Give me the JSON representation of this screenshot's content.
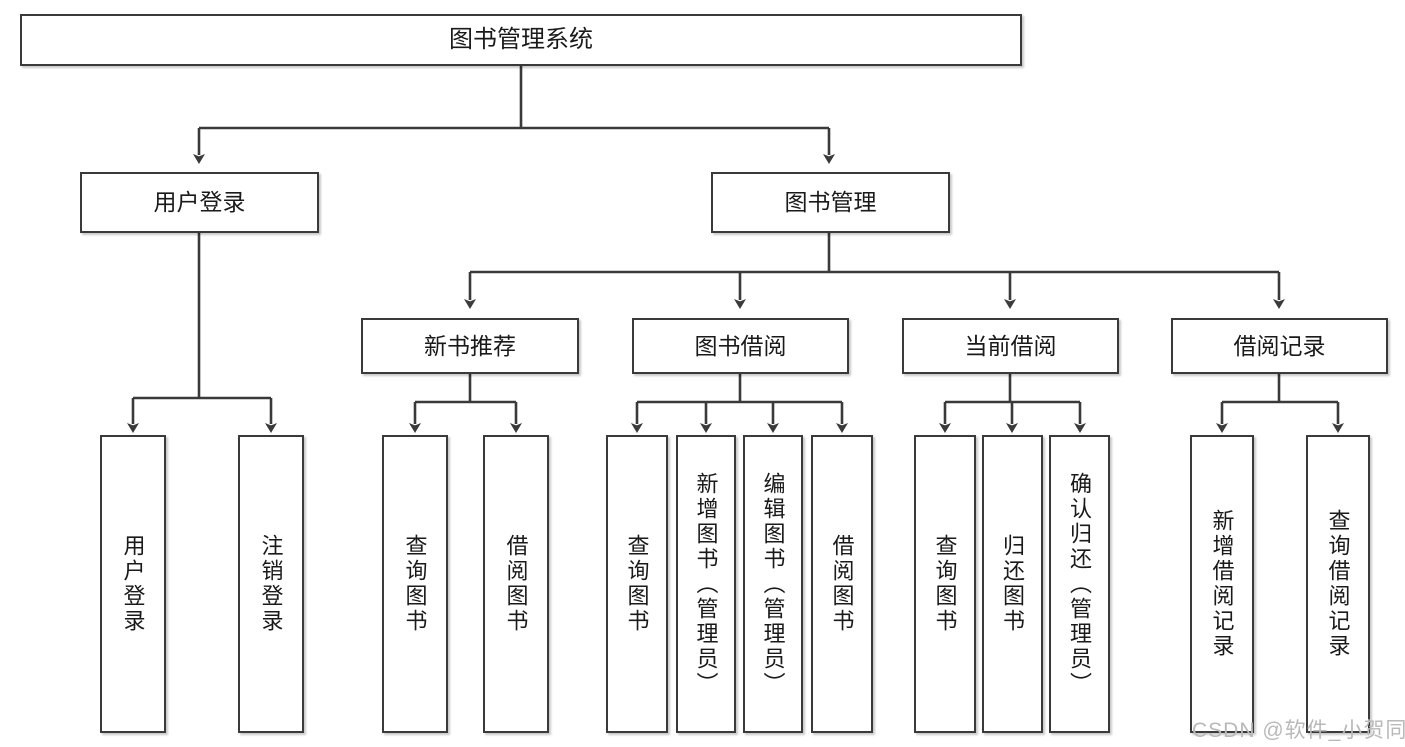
{
  "diagram": {
    "type": "tree",
    "title": "图书管理系统",
    "watermark": "CSDN @软件_小贺同学",
    "colors": {
      "box_border": "#3a3a3a",
      "box_fill": "#ffffff",
      "connector": "#3a3a3a",
      "text": "#1a1a1a",
      "watermark": "#b9b9b9"
    },
    "nodes": {
      "root": {
        "label": "图书管理系统"
      },
      "level2": [
        {
          "id": "user-login",
          "label": "用户登录"
        },
        {
          "id": "book-management",
          "label": "图书管理"
        }
      ],
      "level3": [
        {
          "id": "new-book-recommend",
          "label": "新书推荐"
        },
        {
          "id": "book-borrow",
          "label": "图书借阅"
        },
        {
          "id": "current-borrow",
          "label": "当前借阅"
        },
        {
          "id": "borrow-record",
          "label": "借阅记录"
        }
      ],
      "leaves": {
        "user-login": [
          {
            "id": "leaf-user-login",
            "label": "用户登录"
          },
          {
            "id": "leaf-user-logout",
            "label": "注销登录"
          }
        ],
        "new-book-recommend": [
          {
            "id": "leaf-query-book-1",
            "label": "查询图书"
          },
          {
            "id": "leaf-borrow-book-1",
            "label": "借阅图书"
          }
        ],
        "book-borrow": [
          {
            "id": "leaf-query-book-2",
            "label": "查询图书"
          },
          {
            "id": "leaf-add-book",
            "label": "新增图书（管理员）"
          },
          {
            "id": "leaf-edit-book",
            "label": "编辑图书（管理员）"
          },
          {
            "id": "leaf-borrow-book-2",
            "label": "借阅图书"
          }
        ],
        "current-borrow": [
          {
            "id": "leaf-query-book-3",
            "label": "查询图书"
          },
          {
            "id": "leaf-return-book",
            "label": "归还图书"
          },
          {
            "id": "leaf-confirm-return",
            "label": "确认归还（管理员）"
          }
        ],
        "borrow-record": [
          {
            "id": "leaf-add-record",
            "label": "新增借阅记录"
          },
          {
            "id": "leaf-query-record",
            "label": "查询借阅记录"
          }
        ]
      }
    }
  }
}
